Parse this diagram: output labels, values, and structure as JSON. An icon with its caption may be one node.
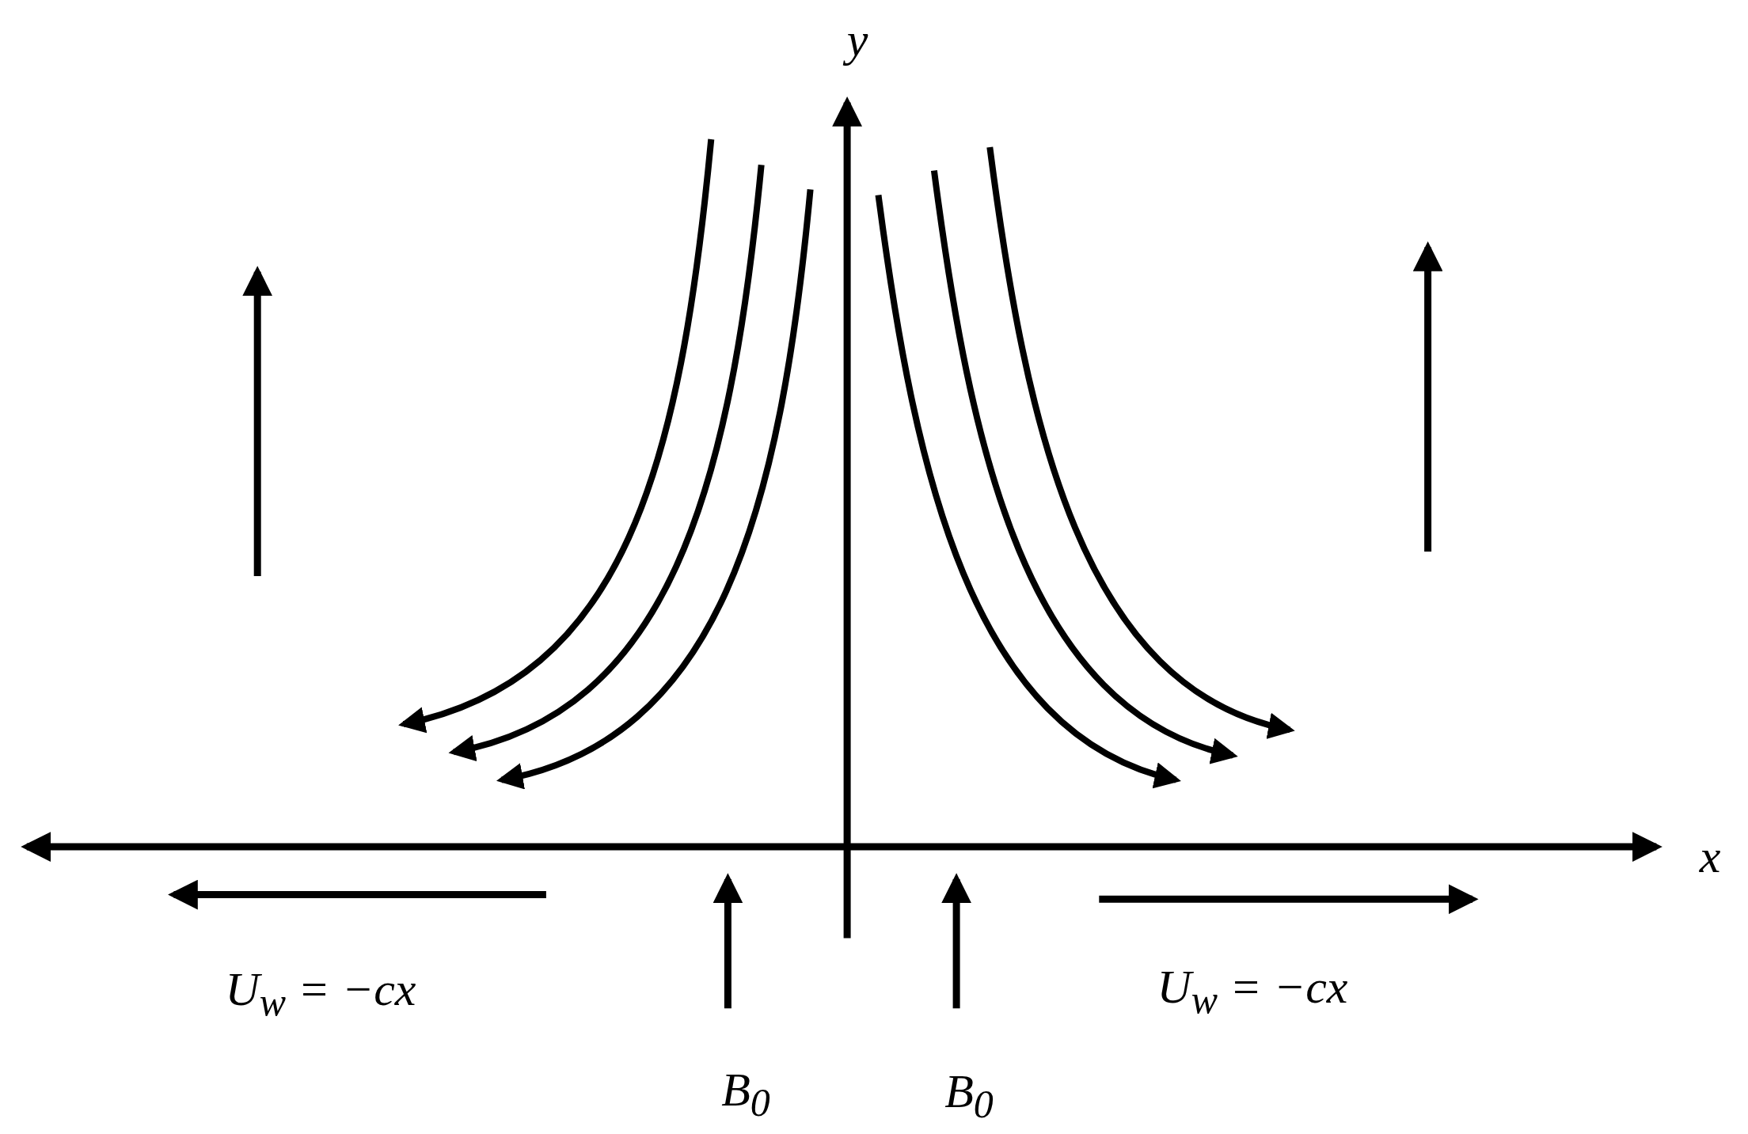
{
  "diagram": {
    "labels": [
      "y",
      "x",
      "U$_{w}$ = −cx",
      "U$_{w}$ = −cx",
      "B$_{0}$",
      "B$_{0}$"
    ]
  }
}
